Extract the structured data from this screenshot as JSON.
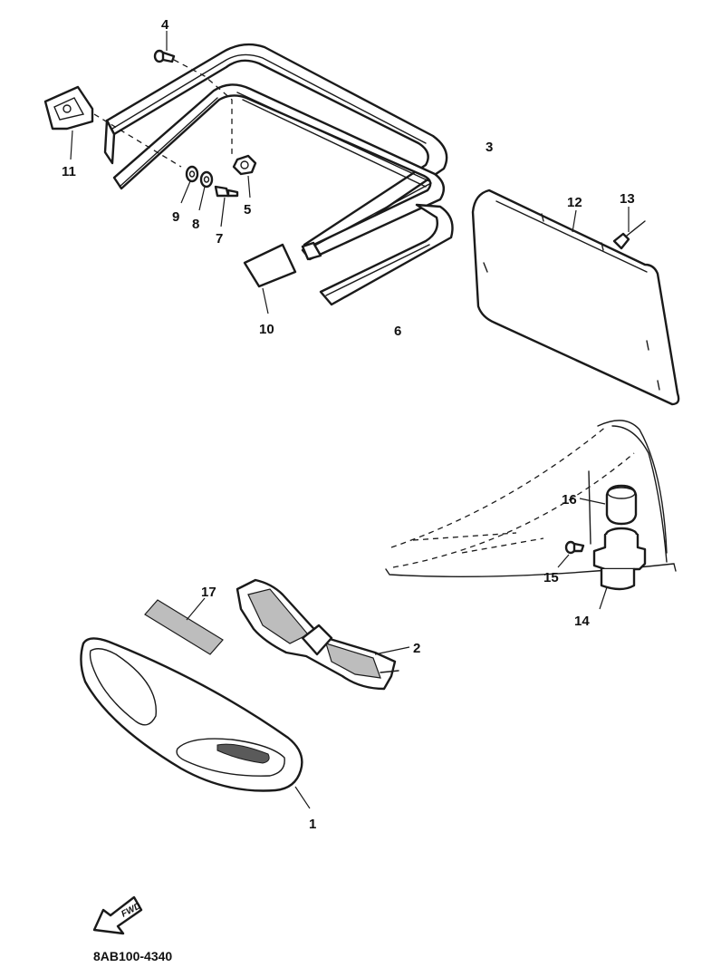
{
  "callouts": {
    "c1": "1",
    "c2": "2",
    "c3": "3",
    "c4": "4",
    "c5": "5",
    "c6": "6",
    "c7": "7",
    "c8": "8",
    "c9": "9",
    "c10": "10",
    "c11": "11",
    "c12": "12",
    "c13": "13",
    "c14": "14",
    "c15": "15",
    "c16": "16",
    "c17": "17"
  },
  "fwd_label": "FWD",
  "diagram_code": "8AB100-4340",
  "icons": {
    "fwd": "forward-arrow-icon"
  }
}
